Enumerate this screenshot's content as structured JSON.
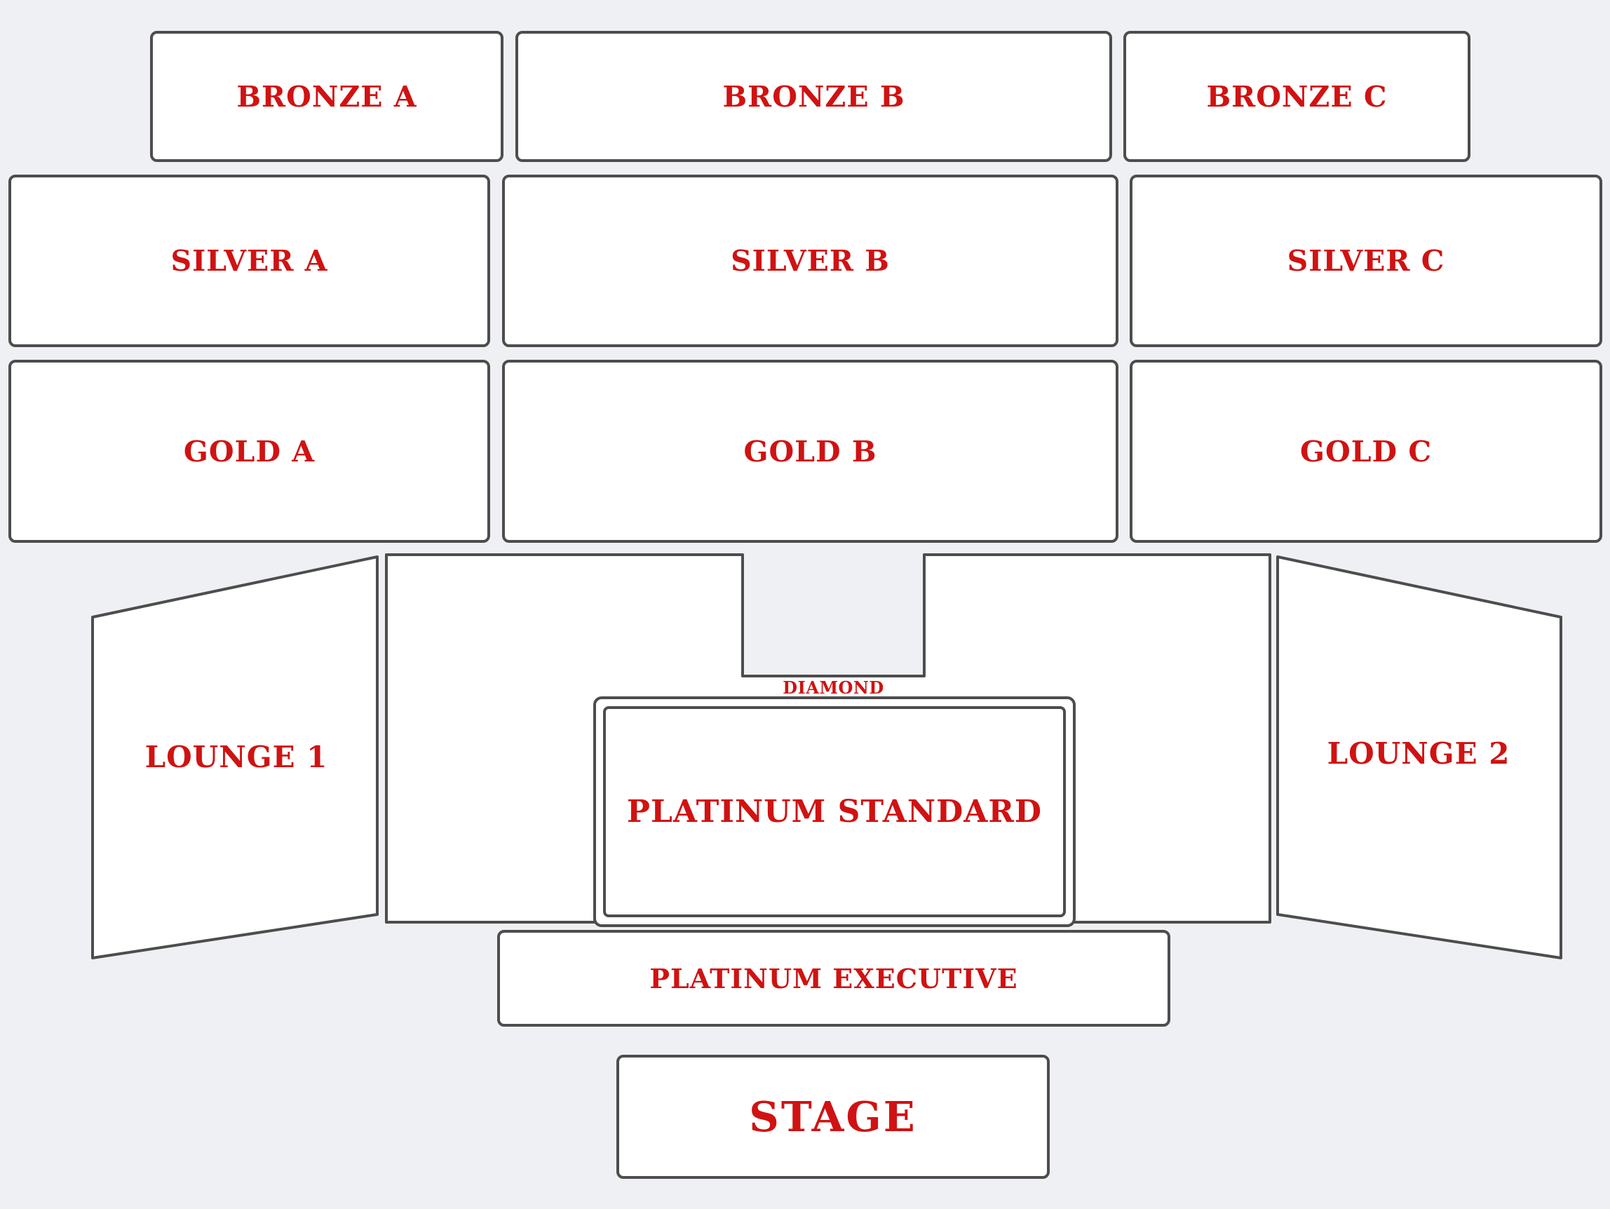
{
  "colors": {
    "background": "#eef0f3",
    "section_fill": "#ffffff",
    "section_border": "#4d4d4d",
    "label": "#d01212"
  },
  "sections": {
    "bronze_a": "BRONZE A",
    "bronze_b": "BRONZE B",
    "bronze_c": "BRONZE C",
    "silver_a": "SILVER A",
    "silver_b": "SILVER B",
    "silver_c": "SILVER C",
    "gold_a": "GOLD A",
    "gold_b": "GOLD B",
    "gold_c": "GOLD C",
    "lounge_1": "LOUNGE 1",
    "lounge_2": "LOUNGE 2",
    "diamond": "DIAMOND",
    "platinum_standard": "PLATINUM STANDARD",
    "platinum_executive": "PLATINUM EXECUTIVE",
    "stage": "STAGE"
  }
}
